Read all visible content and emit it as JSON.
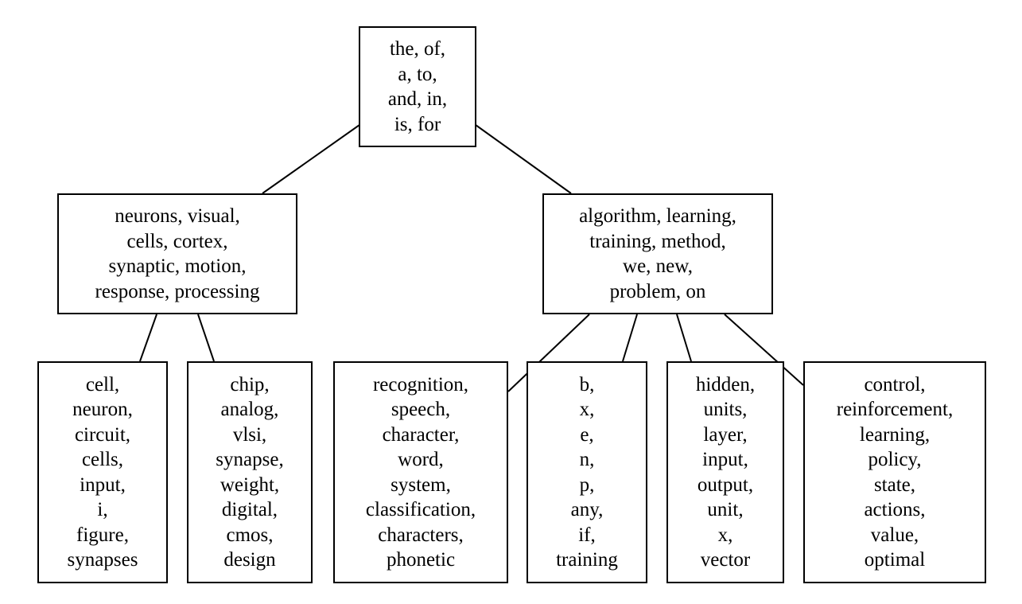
{
  "nodes": {
    "root": {
      "lines": [
        "the, of,",
        "a, to,",
        "and, in,",
        "is, for"
      ]
    },
    "neuro": {
      "lines": [
        "neurons, visual,",
        "cells, cortex,",
        "synaptic, motion,",
        "response, processing"
      ]
    },
    "algo": {
      "lines": [
        "algorithm, learning,",
        "training, method,",
        "we, new,",
        "problem, on"
      ]
    },
    "leaf1": {
      "lines": [
        "cell,",
        "neuron,",
        "circuit,",
        "cells,",
        "input,",
        "i,",
        "figure,",
        "synapses"
      ]
    },
    "leaf2": {
      "lines": [
        "chip,",
        "analog,",
        "vlsi,",
        "synapse,",
        "weight,",
        "digital,",
        "cmos,",
        "design"
      ]
    },
    "leaf3": {
      "lines": [
        "recognition,",
        "speech,",
        "character,",
        "word,",
        "system,",
        "classification,",
        "characters,",
        "phonetic"
      ]
    },
    "leaf4": {
      "lines": [
        "b,",
        "x,",
        "e,",
        "n,",
        "p,",
        "any,",
        "if,",
        "training"
      ]
    },
    "leaf5": {
      "lines": [
        "hidden,",
        "units,",
        "layer,",
        "input,",
        "output,",
        "unit,",
        "x,",
        "vector"
      ]
    },
    "leaf6": {
      "lines": [
        "control,",
        "reinforcement,",
        "learning,",
        "policy,",
        "state,",
        "actions,",
        "value,",
        "optimal"
      ]
    }
  },
  "style": {
    "line_color": "#000000",
    "box_border": "#000000",
    "background": "#ffffff"
  }
}
